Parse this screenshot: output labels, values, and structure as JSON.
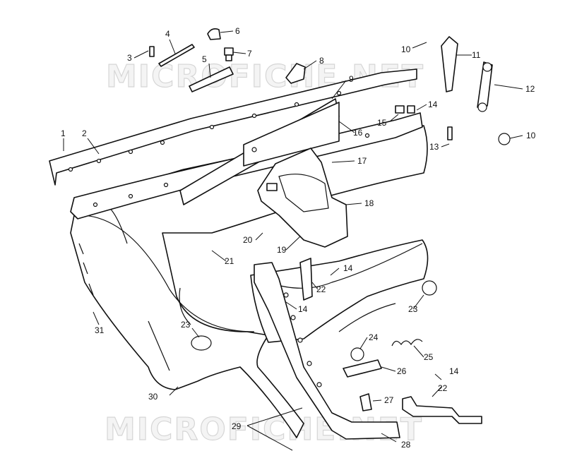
{
  "diagram": {
    "watermark_text": "MICROFICHE.NET",
    "callouts": {
      "c1": "1",
      "c2": "2",
      "c3": "3",
      "c4": "4",
      "c5": "5",
      "c6": "6",
      "c7": "7",
      "c8": "8",
      "c9": "9",
      "c10a": "10",
      "c10b": "10",
      "c11": "11",
      "c12": "12",
      "c13": "13",
      "c14a": "14",
      "c14b": "14",
      "c14c": "14",
      "c14d": "14",
      "c15": "15",
      "c16": "16",
      "c17": "17",
      "c18": "18",
      "c19": "19",
      "c20": "20",
      "c21": "21",
      "c22a": "22",
      "c22b": "22",
      "c23a": "23",
      "c23b": "23",
      "c24": "24",
      "c25": "25",
      "c26": "26",
      "c27": "27",
      "c28": "28",
      "c29": "29",
      "c30": "30",
      "c31": "31"
    }
  }
}
